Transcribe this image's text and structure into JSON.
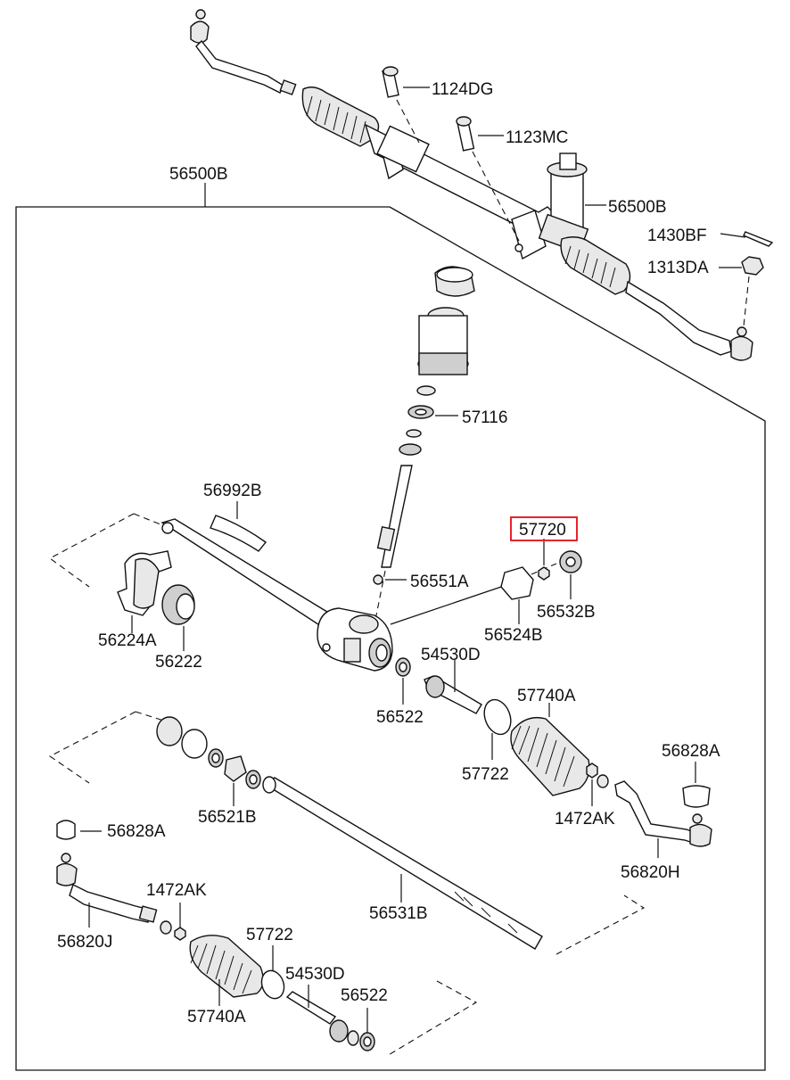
{
  "diagram": {
    "highlight_color": "#e8232a",
    "line_color": "#111111",
    "highlighted_part": "57720",
    "labels": {
      "p1124DG": "1124DG",
      "p1123MC": "1123MC",
      "p56500B_top": "56500B",
      "p56500B_right": "56500B",
      "p1430BF": "1430BF",
      "p1313DA": "1313DA",
      "p57116": "57116",
      "p56992B": "56992B",
      "p57720": "57720",
      "p56551A": "56551A",
      "p56532B": "56532B",
      "p56524B": "56524B",
      "p56224A": "56224A",
      "p56222": "56222",
      "p54530D_a": "54530D",
      "p56522_a": "56522",
      "p57740A_a": "57740A",
      "p57722_a": "57722",
      "p56828A_a": "56828A",
      "p56521B": "56521B",
      "p1472AK_a": "1472AK",
      "p56820H": "56820H",
      "p56828A_b": "56828A",
      "p1472AK_b": "1472AK",
      "p56531B": "56531B",
      "p56820J": "56820J",
      "p57722_b": "57722",
      "p54530D_b": "54530D",
      "p56522_b": "56522",
      "p57740A_b": "57740A"
    }
  }
}
